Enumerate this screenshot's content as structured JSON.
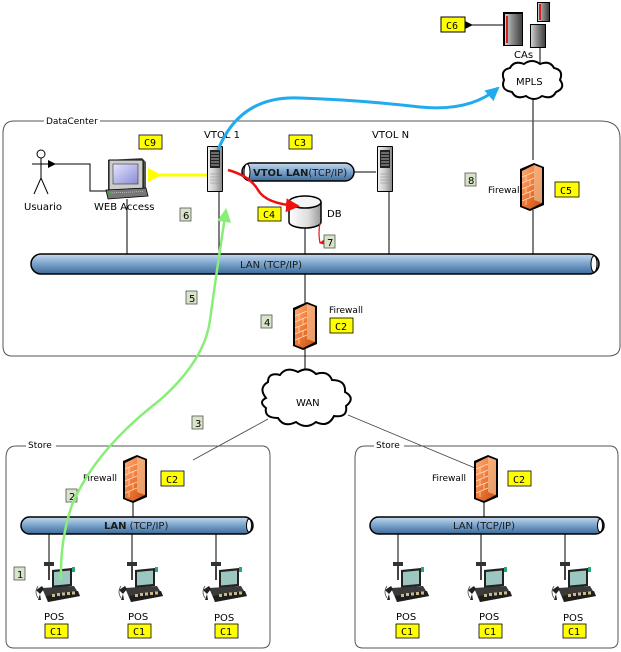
{
  "groups": {
    "datacenter": "DataCenter",
    "store_left": "Store",
    "store_right": "Store"
  },
  "clouds": {
    "mpls": "MPLS",
    "wan": "WAN"
  },
  "nodes": {
    "cas": "CAs",
    "usuario": "Usuario",
    "web_access": "WEB Access",
    "vtol1": "VTOL 1",
    "vtoln": "VTOL N",
    "db": "DB",
    "firewall": "Firewall",
    "pos": "POS"
  },
  "lans": {
    "vtol_lan_bold": "VTOL LAN",
    "vtol_lan_rest": "(TCP/IP)",
    "dc_lan": "LAN (TCP/IP)",
    "store_left_bold": "LAN",
    "store_left_rest": " (TCP/IP)",
    "store_right": "LAN (TCP/IP)"
  },
  "badges": {
    "c1": "C1",
    "c2": "C2",
    "c3": "C3",
    "c4": "C4",
    "c5": "C5",
    "c6": "C6",
    "c9": "C9"
  },
  "steps": [
    "1",
    "2",
    "3",
    "4",
    "5",
    "6",
    "7",
    "8"
  ],
  "colors": {
    "badge_fill": "#ffff00",
    "step_fill": "#d8e4c8",
    "lan_fill": "#7fa7cf",
    "firewall": "#ee7733",
    "arrow_yellow": "#ffff00",
    "arrow_red": "#ee1111",
    "arrow_blue": "#22aaee",
    "arrow_green": "#88ee77"
  }
}
